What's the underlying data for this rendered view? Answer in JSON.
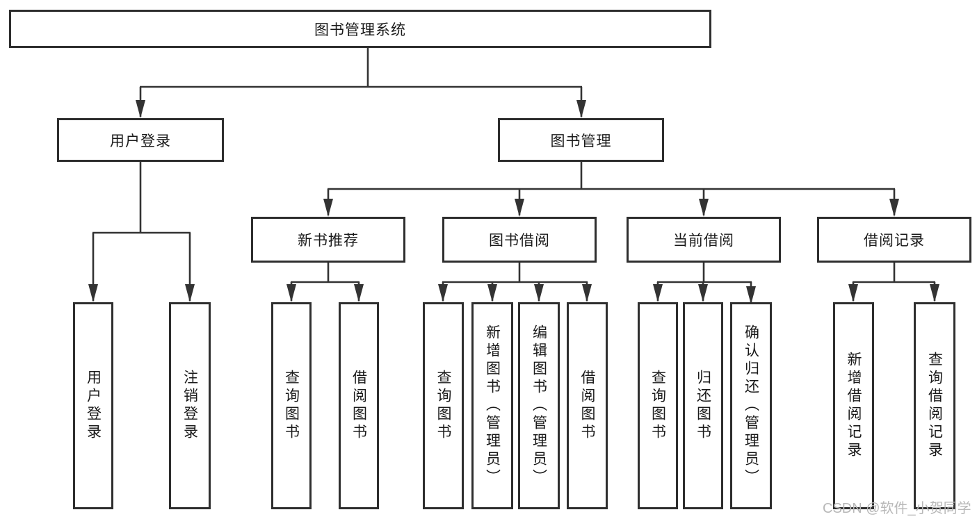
{
  "diagram": {
    "root": {
      "label": "图书管理系统"
    },
    "branches": [
      {
        "label": "用户登录",
        "children": [
          {
            "label": "用户登录"
          },
          {
            "label": "注销登录"
          }
        ]
      },
      {
        "label": "图书管理",
        "children": [
          {
            "label": "新书推荐",
            "children": [
              {
                "label": "查询图书"
              },
              {
                "label": "借阅图书"
              }
            ]
          },
          {
            "label": "图书借阅",
            "children": [
              {
                "label": "查询图书"
              },
              {
                "label": "新增图书（管理员）"
              },
              {
                "label": "编辑图书（管理员）"
              },
              {
                "label": "借阅图书"
              }
            ]
          },
          {
            "label": "当前借阅",
            "children": [
              {
                "label": "查询图书"
              },
              {
                "label": "归还图书"
              },
              {
                "label": "确认归还（管理员）"
              }
            ]
          },
          {
            "label": "借阅记录",
            "children": [
              {
                "label": "新增借阅记录"
              },
              {
                "label": "查询借阅记录"
              }
            ]
          }
        ]
      }
    ]
  },
  "watermark": {
    "text": "CSDN @软件_小贺同学",
    "color": "#b8b8b8"
  },
  "colors": {
    "line": "#333333",
    "box_border": "#2e2e2e",
    "text": "#1a1a1a",
    "background": "#ffffff"
  }
}
